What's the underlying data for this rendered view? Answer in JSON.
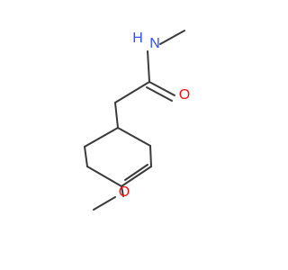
{
  "molecule": {
    "atoms": {
      "amide_nitrogen": {
        "symbol": "N",
        "hydrogen": "H",
        "color": "#3050f8"
      },
      "carbonyl_oxygen": {
        "symbol": "O",
        "color": "#ff0d0d"
      },
      "ether_oxygen": {
        "symbol": "O",
        "color": "#ff0d0d"
      }
    },
    "bond_color": "#3a3a3a"
  }
}
